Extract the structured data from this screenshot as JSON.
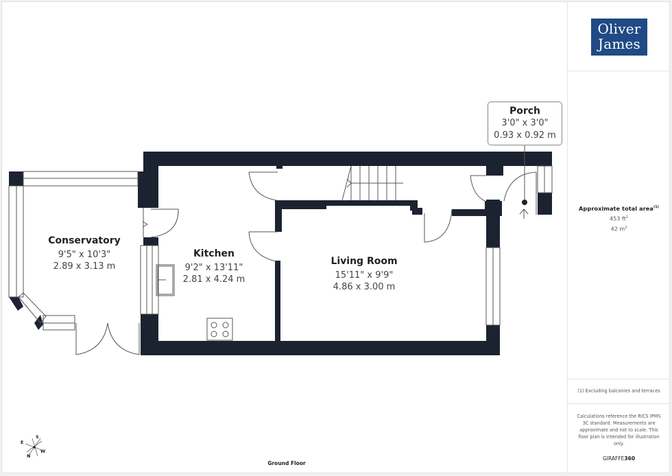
{
  "brand": {
    "logo_line1": "Oliver",
    "logo_line2": "James",
    "logo_color": "#1f4a85"
  },
  "area": {
    "title": "Approximate total area",
    "title_note": "(1)",
    "sqft": "453 ft",
    "sqft_unit_sup": "2",
    "sqm": "42 m",
    "sqm_unit_sup": "2"
  },
  "footnote": "(1) Excluding balconies and terraces",
  "disclaimer": "Calculations reference the RICS IPMS 3C standard. Measurements are approximate and not to scale. This floor plan is intended for illustration only.",
  "provider": {
    "prefix": "GIRAFFE",
    "suffix": "360"
  },
  "floor_label": "Ground Floor",
  "compass": {
    "n": "N",
    "s": "S",
    "e": "E",
    "w": "W"
  },
  "rooms": [
    {
      "name": "Conservatory",
      "imperial": "9'5\" x 10'3\"",
      "metric": "2.89 x 3.13 m"
    },
    {
      "name": "Kitchen",
      "imperial": "9'2\" x 13'11\"",
      "metric": "2.81 x 4.24 m"
    },
    {
      "name": "Living Room",
      "imperial": "15'11\" x 9'9\"",
      "metric": "4.86 x 3.00 m"
    },
    {
      "name": "Porch",
      "imperial": "3'0\" x 3'0\"",
      "metric": "0.93 x 0.92 m"
    }
  ],
  "colors": {
    "wall": "#1c2330",
    "line": "#555555"
  }
}
